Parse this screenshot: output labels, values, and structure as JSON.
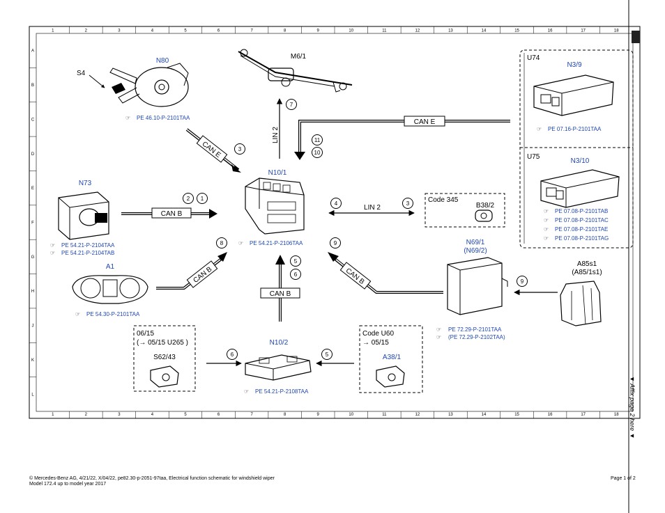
{
  "grid": {
    "columns": [
      "1",
      "2",
      "3",
      "4",
      "5",
      "6",
      "7",
      "8",
      "9",
      "10",
      "11",
      "12",
      "13",
      "14",
      "15",
      "16",
      "17",
      "18"
    ],
    "rows": [
      "A",
      "B",
      "C",
      "D",
      "E",
      "F",
      "G",
      "H",
      "J",
      "K",
      "L"
    ]
  },
  "components": {
    "n80": {
      "label": "N80",
      "ref": "PE 46.10-P-2101TAA",
      "s4": "S4"
    },
    "m6_1": {
      "label": "M6/1"
    },
    "u74": {
      "group": "U74",
      "label": "N3/9",
      "ref": "PE 07.16-P-2101TAA"
    },
    "u75": {
      "group": "U75",
      "label": "N3/10",
      "refs": [
        "PE 07.08-P-2101TAB",
        "PE 07.08-P-2101TAC",
        "PE 07.08-P-2101TAE",
        "PE 07.08-P-2101TAG"
      ]
    },
    "n10_1": {
      "label": "N10/1",
      "ref": "PE 54.21-P-2106TAA"
    },
    "n73": {
      "label": "N73",
      "refs": [
        "PE 54.21-P-2104TAA",
        "PE 54.21-P-2104TAB"
      ]
    },
    "code345": {
      "code": "Code 345",
      "label": "B38/2"
    },
    "n69_1": {
      "label": "N69/1",
      "label2": "(N69/2)",
      "refs": [
        "PE 72.29-P-2101TAA",
        "(PE 72.29-P-2102TAA)"
      ]
    },
    "a1": {
      "label": "A1",
      "ref": "PE 54.30-P-2101TAA"
    },
    "a85s1": {
      "label": "A85s1",
      "label2": "(A85/1s1)"
    },
    "s62_43": {
      "line1": "06/15",
      "line2": "(→ 05/15  U265 )",
      "label": "S62/43"
    },
    "n10_2": {
      "label": "N10/2",
      "ref": "PE 54.21-P-2108TAA"
    },
    "codeu60": {
      "code": "Code U60",
      "line2": "→ 05/15",
      "label": "A38/1"
    }
  },
  "buses": {
    "can_e_top": "CAN E",
    "can_e_diag": "CAN E",
    "lin2_vert": "LIN 2",
    "lin2_horiz": "LIN 2",
    "can_b_left": "CAN B",
    "can_b_diag_left": "CAN B",
    "can_b_bottom": "CAN B",
    "can_b_diag_right": "CAN B"
  },
  "markers": {
    "m7": "7",
    "m3a": "3",
    "m11": "11",
    "m10": "10",
    "m2": "2",
    "m1": "1",
    "m4": "4",
    "m3b": "3",
    "m8": "8",
    "m5a": "5",
    "m6a": "6",
    "m9a": "9",
    "m9b": "9",
    "m6b": "6",
    "m5b": "5"
  },
  "side_note": "▼ Affix page 2 here ▼",
  "footer": {
    "line1": "© Mercedes-Benz AG, 4/21/22, X/04/22, pe82.30-p-2051-97taa, Electrical function schematic for windshield wiper",
    "line2": "Model 172.4 up to model year 2017",
    "page": "Page 1 of 2"
  }
}
